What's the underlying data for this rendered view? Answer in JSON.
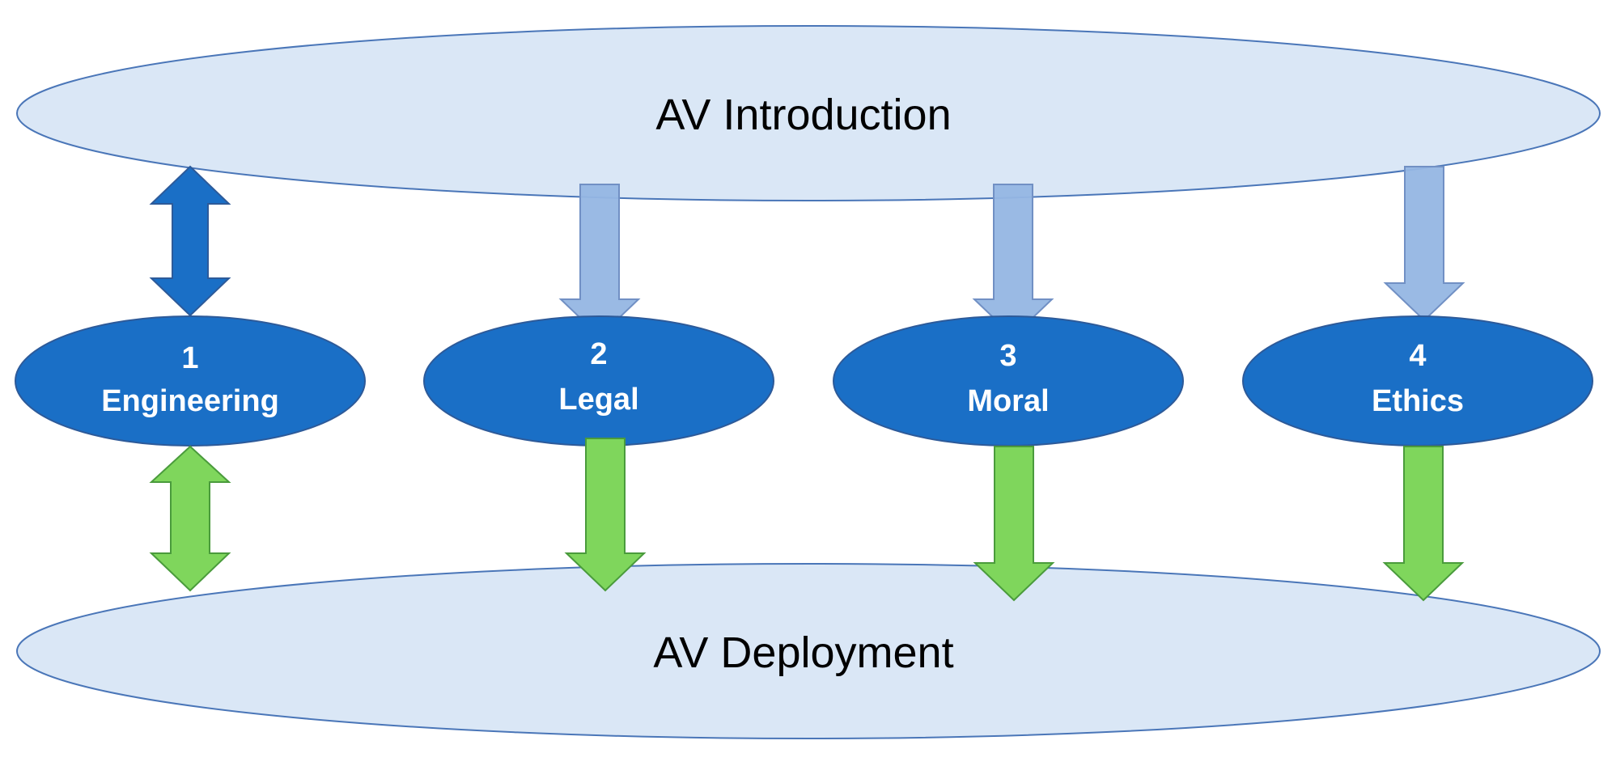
{
  "diagram": {
    "top": {
      "label": "AV Introduction"
    },
    "bottom": {
      "label": "AV Deployment"
    },
    "nodes": [
      {
        "number": "1",
        "label": "Engineering",
        "top_link": "bidirectional",
        "bottom_link": "bidirectional"
      },
      {
        "number": "2",
        "label": "Legal",
        "top_link": "down",
        "bottom_link": "down"
      },
      {
        "number": "3",
        "label": "Moral",
        "top_link": "down",
        "bottom_link": "down"
      },
      {
        "number": "4",
        "label": "Ethics",
        "top_link": "down",
        "bottom_link": "down"
      }
    ]
  },
  "colors": {
    "layer_fill": "#dae7f6",
    "layer_stroke": "#4a76b8",
    "node_fill": "#1a6fc6",
    "node_stroke": "#2d5a99",
    "upper_arrow_dark": "#1a6fc6",
    "upper_arrow_light": "#95b6e3",
    "lower_arrow": "#7fd65c",
    "lower_arrow_stroke": "#4a9b3c"
  }
}
